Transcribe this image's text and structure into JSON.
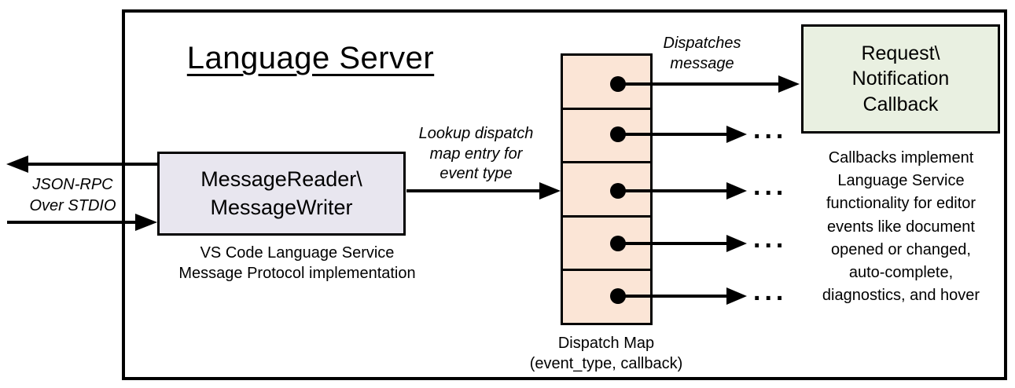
{
  "title": "Language Server",
  "io": {
    "label": "JSON-RPC\nOver STDIO"
  },
  "reader": {
    "label": "MessageReader\\\nMessageWriter",
    "caption": "VS Code Language Service\nMessage Protocol implementation"
  },
  "lookup": {
    "label": "Lookup dispatch\nmap entry for\nevent type"
  },
  "dispatch_map": {
    "rows": 5,
    "caption": "Dispatch Map\n(event_type, callback)"
  },
  "dispatch": {
    "label": "Dispatches\nmessage"
  },
  "callback": {
    "label": "Request\\\nNotification\nCallback",
    "description": "Callbacks implement\nLanguage Service\nfunctionality for editor\nevents like document\nopened or changed,\nauto-complete,\ndiagnostics, and hover"
  },
  "icons": {
    "ellipsis": "..."
  },
  "colors": {
    "border": "#000000",
    "reader_fill": "#E8E6EF",
    "dispatch_map_fill": "#FBE5D6",
    "callback_fill": "#E9F0E1"
  }
}
